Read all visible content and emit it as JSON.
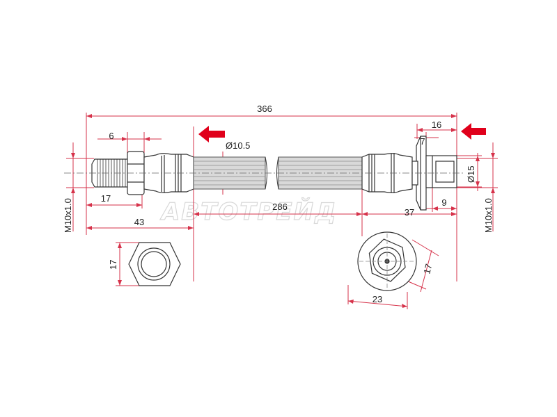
{
  "drawing": {
    "watermark": "АВТОТРЕЙД",
    "colors": {
      "dimension_line": "#d6324a",
      "outline": "#333333",
      "arrow": "#e0001b",
      "hose_fill": "#d9d9d9"
    },
    "dimensions": {
      "overall_length": "366",
      "hose_length": "286",
      "left_thread_length": "6",
      "left_fitting_length": "17",
      "left_total_length": "43",
      "left_thread": "M10x1.0",
      "left_hex": "17",
      "hose_diameter": "Ø10.5",
      "right_flange_length": "16",
      "right_flange_thickness": "7",
      "right_diameter": "Ø15",
      "right_nut_length": "9",
      "right_fitting_length": "37",
      "right_thread": "M10x1.0",
      "right_hex": "17",
      "right_flange_width": "23"
    }
  }
}
